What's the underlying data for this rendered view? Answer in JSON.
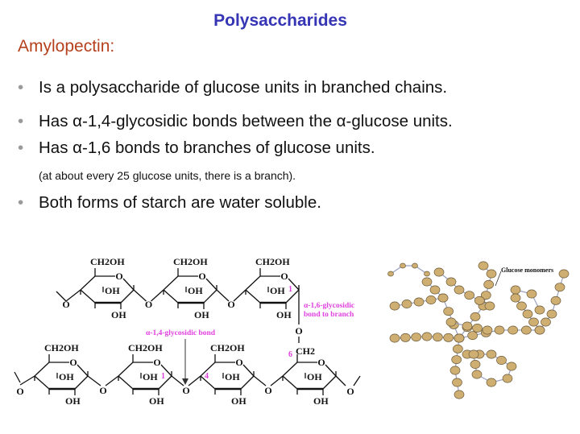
{
  "slide": {
    "title": "Polysaccharides",
    "subtitle": "Amylopectin:",
    "bullets": [
      {
        "text": "Is a polysaccharide of glucose units in branched chains."
      },
      {
        "text": "Has α-1,4-glycosidic bonds between the α-glucose units."
      },
      {
        "text": "Has α-1,6 bonds to branches of glucose units."
      },
      {
        "text": "Both forms of starch are water soluble."
      }
    ],
    "note": "(at about every 25 glucose units, there is a branch)."
  },
  "diagram": {
    "ring_labels": {
      "ch2oh": "CH2OH",
      "oh": "OH",
      "o": "O",
      "ch2": "CH2"
    },
    "carbon_numbers": {
      "c1_top": "1",
      "c1_bottom": "1",
      "c4": "4",
      "c6": "6"
    },
    "alpha16_label_line1": "α-1,6-glycosidic",
    "alpha16_label_line2": "bond to branch",
    "alpha14_label": "α-1,4-glycosidic bond",
    "glucose_monomers_label": "Glucose monomers",
    "colors": {
      "annotation": "#e040e0",
      "monomer": "#cfae72",
      "link": "#9aa0c0"
    }
  }
}
